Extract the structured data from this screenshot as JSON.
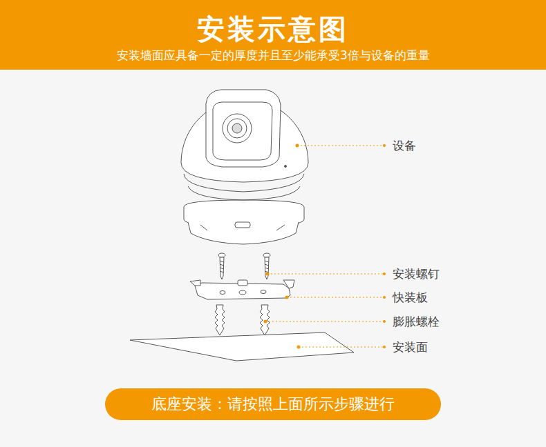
{
  "diagram": {
    "title": "安装示意图",
    "nodes": [
      {
        "text": [
          "底座安装：请按照上面所示步骤进行"
        ]
      }
    ],
    "labels": [
      "安装墙面应具备一定的厚度并且至少能承受3倍与设备的重量",
      "设备",
      "安装螺钉",
      "快装板",
      "膨胀螺栓",
      "安装面"
    ]
  }
}
